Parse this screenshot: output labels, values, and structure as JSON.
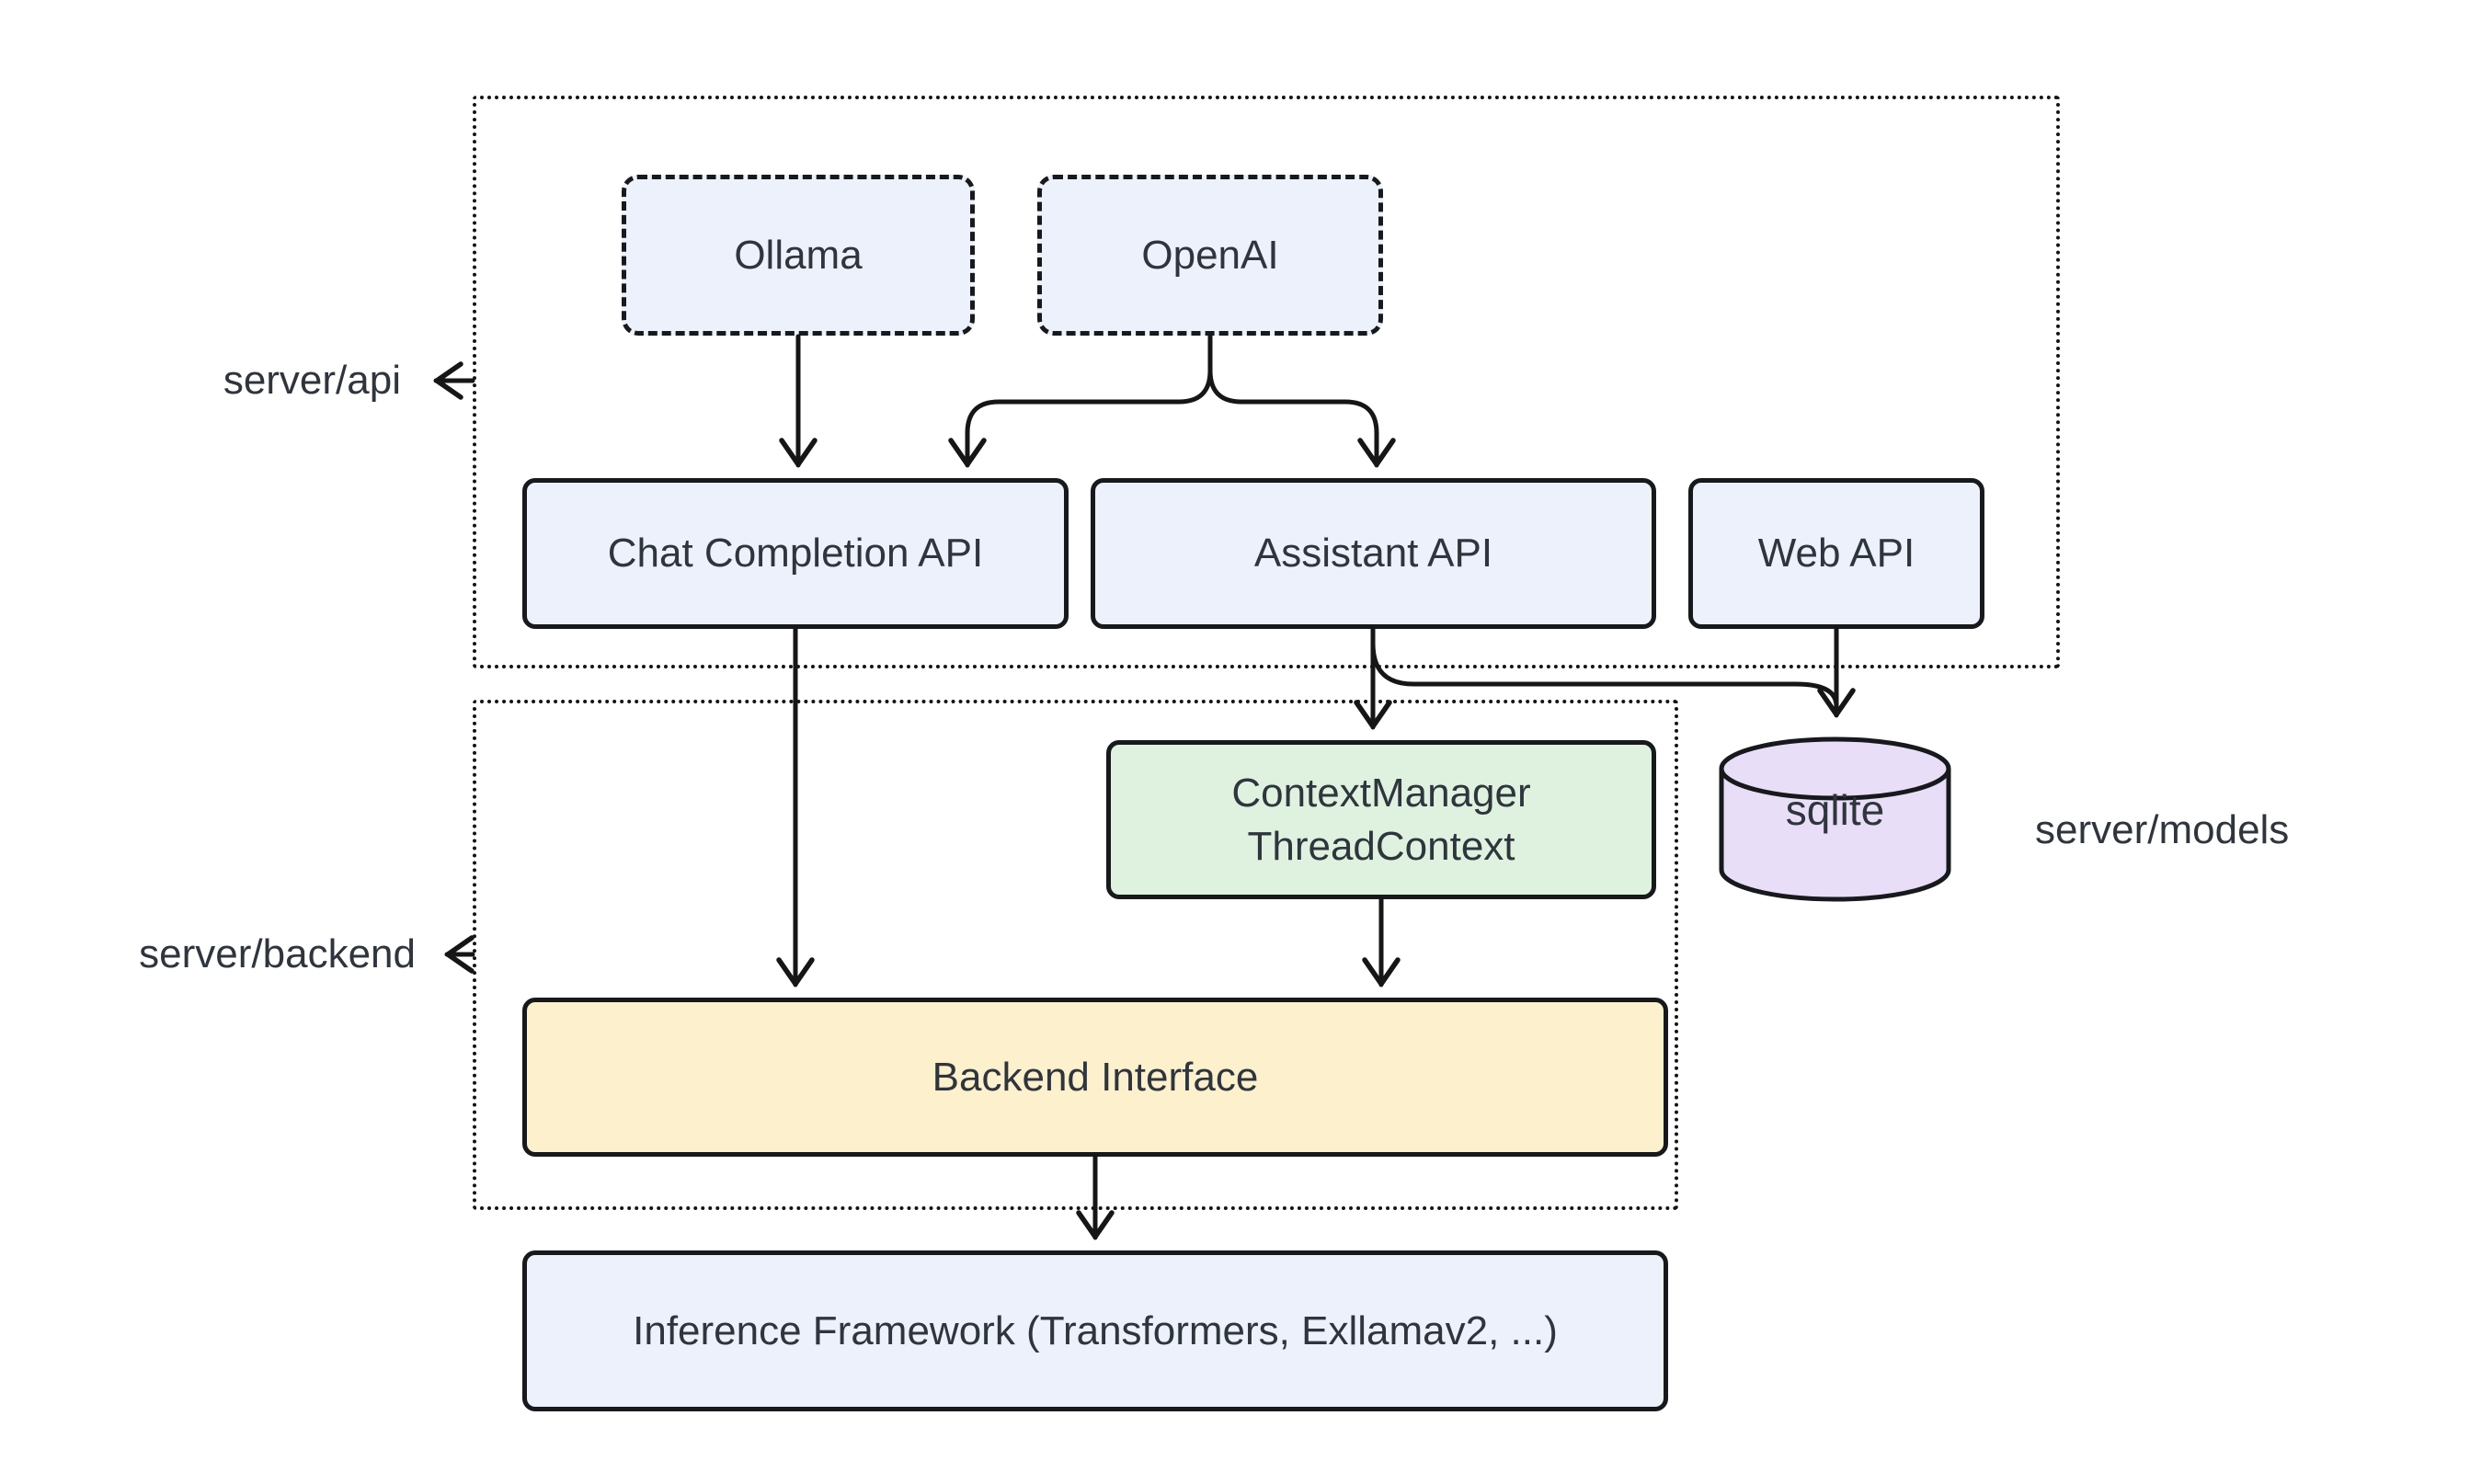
{
  "diagram": {
    "containers": {
      "api": {
        "label": "server/api"
      },
      "backend": {
        "label": "server/backend"
      }
    },
    "nodes": {
      "ollama": {
        "label": "Ollama"
      },
      "openai": {
        "label": "OpenAI"
      },
      "chat_completion_api": {
        "label": "Chat Completion API"
      },
      "assistant_api": {
        "label": "Assistant API"
      },
      "web_api": {
        "label": "Web API"
      },
      "context_manager": {
        "label_line1": "ContextManager",
        "label_line2": "ThreadContext"
      },
      "sqlite": {
        "label": "sqlite"
      },
      "backend_interface": {
        "label": "Backend Interface"
      },
      "inference_framework": {
        "label": "Inference Framework (Transformers, Exllamav2, ...)"
      }
    },
    "side_labels": {
      "models": "server/models"
    },
    "colors": {
      "node_blue": "#ecf1fb",
      "node_green": "#def2df",
      "node_yellow": "#fcf0cd",
      "node_purple": "#e8def7",
      "line_black": "#161616",
      "text_dark": "#2f353d"
    },
    "edges": [
      {
        "from": "ollama",
        "to": "chat_completion_api"
      },
      {
        "from": "openai",
        "to": "chat_completion_api"
      },
      {
        "from": "openai",
        "to": "assistant_api"
      },
      {
        "from": "chat_completion_api",
        "to": "backend_interface"
      },
      {
        "from": "assistant_api",
        "to": "context_manager"
      },
      {
        "from": "assistant_api",
        "to": "sqlite"
      },
      {
        "from": "web_api",
        "to": "sqlite"
      },
      {
        "from": "context_manager",
        "to": "backend_interface"
      },
      {
        "from": "backend_interface",
        "to": "inference_framework"
      }
    ]
  }
}
